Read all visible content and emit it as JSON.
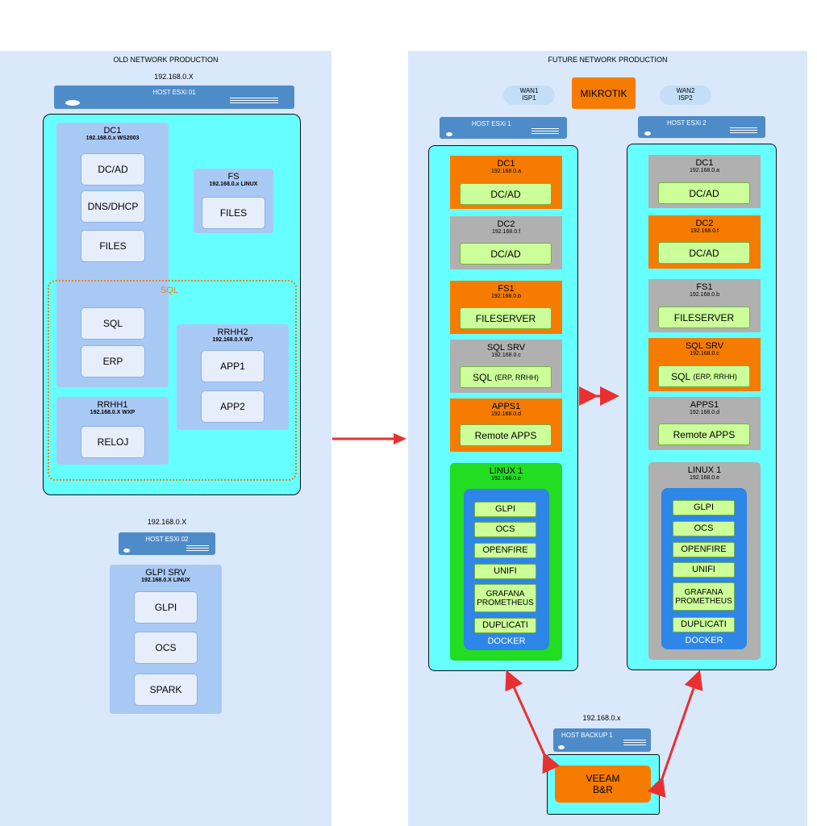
{
  "old": {
    "title": "OLD NETWORK PRODUCTION",
    "host1_ip": "192.168.0.X",
    "host1_label": "HOST ESXi 01",
    "dc1": {
      "name": "DC1",
      "sub": "192.168.0.x WS2003",
      "svc1": "DC/AD",
      "svc2": "DNS/DHCP",
      "svc3": "FILES",
      "svc4": "SQL",
      "svc5": "ERP"
    },
    "fs": {
      "name": "FS",
      "sub": "192.168.0.x LINUX",
      "svc1": "FILES"
    },
    "sql_label": "SQL",
    "rrhh2": {
      "name": "RRHH2",
      "sub": "192.168.0.X W7",
      "svc1": "APP1",
      "svc2": "APP2"
    },
    "rrhh1": {
      "name": "RRHH1",
      "sub": "192.168.0.X  WXP",
      "svc1": "RELOJ"
    },
    "host2_ip": "192.168.0.X",
    "host2_label": "HOST ESXi 02",
    "glpi": {
      "name": "GLPI SRV",
      "sub": "192.168.0.X  LINUX",
      "svc1": "GLPI",
      "svc2": "OCS",
      "svc3": "SPARK"
    }
  },
  "future": {
    "title": "FUTURE NETWORK PRODUCTION",
    "wan1": {
      "l1": "WAN1",
      "l2": "ISP1"
    },
    "wan2": {
      "l1": "WAN2",
      "l2": "ISP2"
    },
    "mikrotik": "MIKROTIK",
    "host1_label": "HOST ESXi 1",
    "host2_label": "HOST ESXi 2",
    "h1": {
      "dc1": {
        "name": "DC1",
        "sub": "192.168.0.a",
        "svc": "DC/AD"
      },
      "dc2": {
        "name": "DC2",
        "sub": "192.168.0.f",
        "svc": "DC/AD"
      },
      "fs1": {
        "name": "FS1",
        "sub": "192.168.0.b",
        "svc": "FILESERVER"
      },
      "sql": {
        "name": "SQL SRV",
        "sub": "192.168.0.c",
        "svc": "SQL",
        "svc_small": "(ERP, RRHH)"
      },
      "apps": {
        "name": "APPS1",
        "sub": "192.168.0.d",
        "svc": "Remote APPS"
      },
      "linux": {
        "name": "LINUX 1",
        "sub": "192.168.0.e"
      }
    },
    "h2": {
      "dc1": {
        "name": "DC1",
        "sub": "192.168.0.a",
        "svc": "DC/AD"
      },
      "dc2": {
        "name": "DC2",
        "sub": "192.168.0.f",
        "svc": "DC/AD"
      },
      "fs1": {
        "name": "FS1",
        "sub": "192.168.0.b",
        "svc": "FILESERVER"
      },
      "sql": {
        "name": "SQL SRV",
        "sub": "192.168.0.c",
        "svc": "SQL",
        "svc_small": "(ERP, RRHH)"
      },
      "apps": {
        "name": "APPS1",
        "sub": "192.168.0.d",
        "svc": "Remote APPS"
      },
      "linux": {
        "name": "LINUX 1",
        "sub": "192.168.0.e"
      }
    },
    "docker": {
      "s1": "GLPI",
      "s2": "OCS",
      "s3": "OPENFIRE",
      "s4": "UNIFI",
      "s5a": "GRAFANA",
      "s5b": "PROMETHEUS",
      "s6": "DUPLICATI",
      "label": "DOCKER"
    },
    "backup_ip": "192.168.0.x",
    "backup_label": "HOST BACKUP 1",
    "veeam1": "VEEAM",
    "veeam2": "B&R"
  },
  "colors": {
    "panel": "#dae8fc",
    "esxi": "#66ffff",
    "active": "#f57c00",
    "passive": "#b0b0b0",
    "arrow": "#e83030"
  }
}
